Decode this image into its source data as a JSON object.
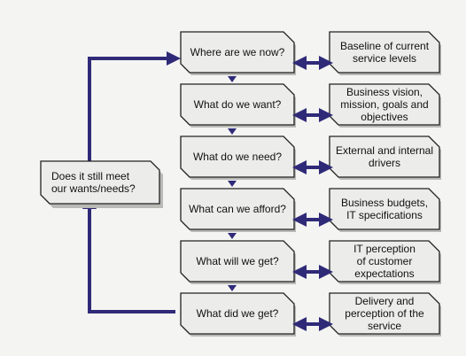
{
  "colors": {
    "background": "#f4f4f2",
    "box_fill": "#ececea",
    "box_shadow": "#b9b9b6",
    "box_border": "#222222",
    "arrow": "#2f2a78"
  },
  "icons": {
    "flow_arrow": "arrow-down-icon",
    "link_arrow": "double-arrow-icon"
  },
  "loop_box": {
    "label": "Does it still meet\nour wants/needs?"
  },
  "steps": [
    {
      "question": "Where are we now?",
      "answer": "Baseline of current\nservice levels"
    },
    {
      "question": "What do we want?",
      "answer": "Business vision,\nmission, goals and\nobjectives"
    },
    {
      "question": "What do we need?",
      "answer": "External and internal\ndrivers"
    },
    {
      "question": "What can we afford?",
      "answer": "Business budgets,\nIT specifications"
    },
    {
      "question": "What will we get?",
      "answer": "IT perception\nof customer\nexpectations"
    },
    {
      "question": "What did we get?",
      "answer": "Delivery and\nperception of the\nservice"
    }
  ]
}
